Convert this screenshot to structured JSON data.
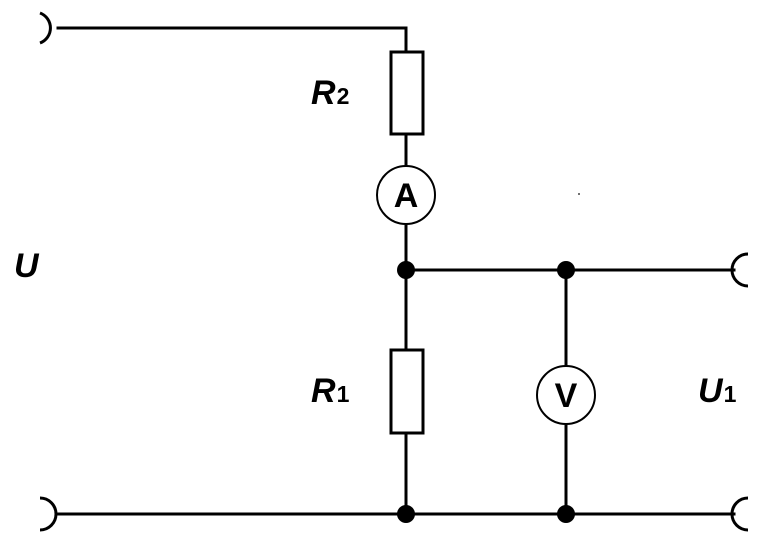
{
  "labels": {
    "r2": {
      "main": "R",
      "sub": "2"
    },
    "r1": {
      "main": "R",
      "sub": "1"
    },
    "u": {
      "main": "U"
    },
    "u1": {
      "main": "U",
      "sub": "1"
    }
  },
  "meters": {
    "ammeter": "A",
    "voltmeter": "V"
  }
}
